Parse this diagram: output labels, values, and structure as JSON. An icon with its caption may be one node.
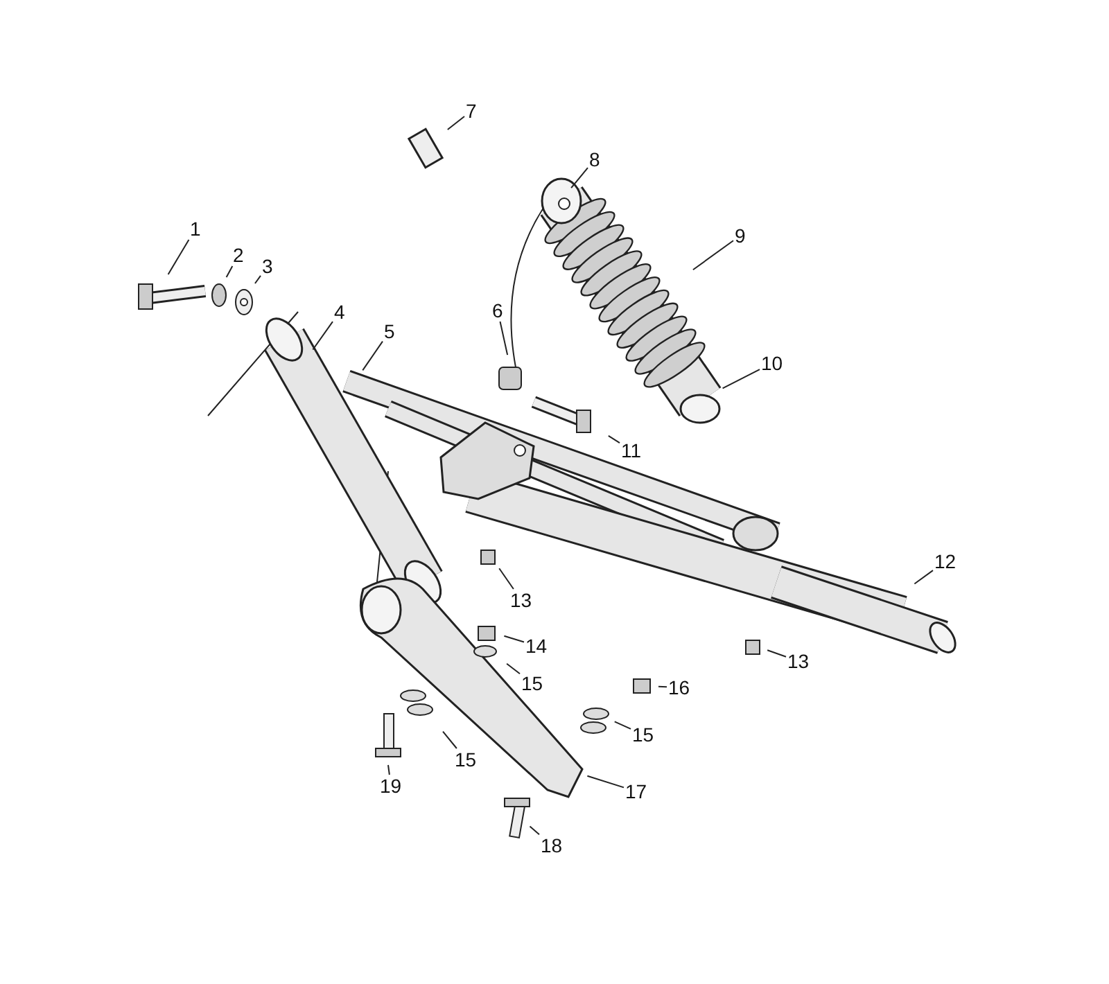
{
  "diagram": {
    "nodes": [
      {
        "text": [
          "7"
        ]
      },
      {
        "text": [
          "8"
        ]
      },
      {
        "text": [
          "1"
        ]
      },
      {
        "text": [
          "9"
        ]
      },
      {
        "text": [
          "2"
        ]
      },
      {
        "text": [
          "3"
        ]
      },
      {
        "text": [
          "4"
        ]
      },
      {
        "text": [
          "5"
        ]
      },
      {
        "text": [
          "6"
        ]
      },
      {
        "text": [
          "10"
        ]
      },
      {
        "text": [
          "11"
        ]
      },
      {
        "text": [
          "12"
        ]
      },
      {
        "text": [
          "13"
        ]
      },
      {
        "text": [
          "13"
        ]
      },
      {
        "text": [
          "14"
        ]
      },
      {
        "text": [
          "15"
        ]
      },
      {
        "text": [
          "16"
        ]
      },
      {
        "text": [
          "15"
        ]
      },
      {
        "text": [
          "15"
        ]
      },
      {
        "text": [
          "19"
        ]
      },
      {
        "text": [
          "17"
        ]
      },
      {
        "text": [
          "18"
        ]
      }
    ],
    "edges": [
      {
        "from": 0,
        "to": null,
        "arrow": "none"
      },
      {
        "from": 1,
        "to": null,
        "arrow": "none"
      },
      {
        "from": 2,
        "to": null,
        "arrow": "none"
      },
      {
        "from": 3,
        "to": null,
        "arrow": "none"
      },
      {
        "from": 4,
        "to": null,
        "arrow": "none"
      },
      {
        "from": 5,
        "to": null,
        "arrow": "none"
      },
      {
        "from": 6,
        "to": null,
        "arrow": "none"
      },
      {
        "from": 7,
        "to": null,
        "arrow": "none"
      },
      {
        "from": 8,
        "to": null,
        "arrow": "none"
      },
      {
        "from": 9,
        "to": null,
        "arrow": "none"
      },
      {
        "from": 10,
        "to": null,
        "arrow": "none"
      },
      {
        "from": 11,
        "to": null,
        "arrow": "none"
      },
      {
        "from": 12,
        "to": null,
        "arrow": "none"
      },
      {
        "from": 13,
        "to": null,
        "arrow": "none"
      },
      {
        "from": 14,
        "to": null,
        "arrow": "none"
      },
      {
        "from": 15,
        "to": null,
        "arrow": "none"
      },
      {
        "from": 16,
        "to": null,
        "arrow": "none"
      },
      {
        "from": 17,
        "to": null,
        "arrow": "none"
      },
      {
        "from": 18,
        "to": null,
        "arrow": "none"
      },
      {
        "from": 19,
        "to": null,
        "arrow": "none"
      },
      {
        "from": 20,
        "to": null,
        "arrow": "none"
      },
      {
        "from": 21,
        "to": null,
        "arrow": "none"
      }
    ]
  }
}
